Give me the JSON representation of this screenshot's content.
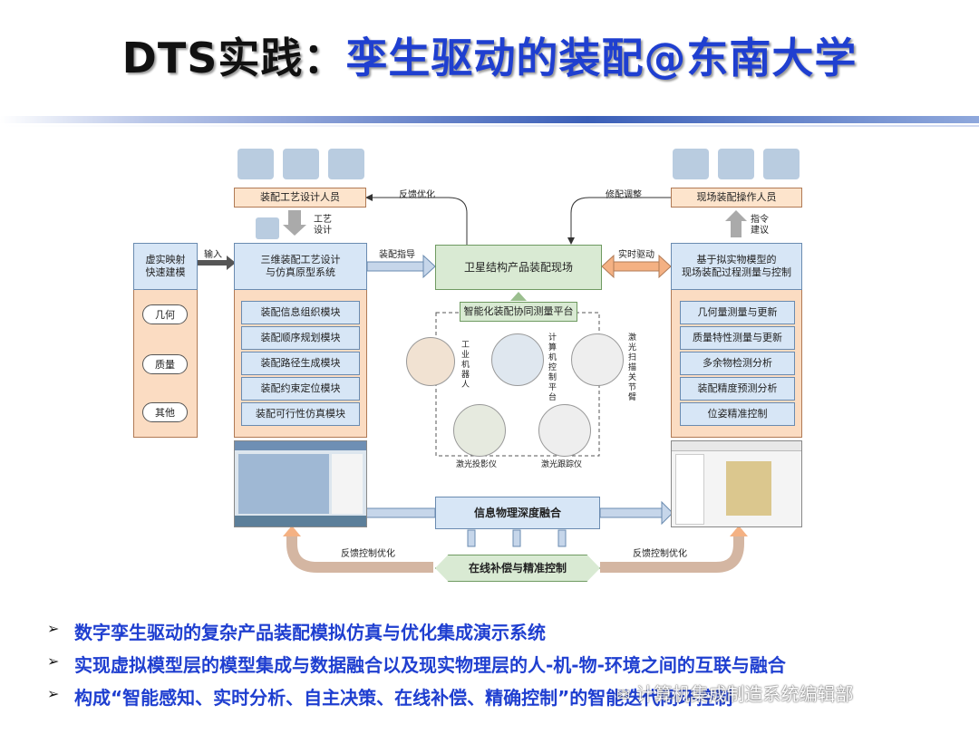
{
  "title": {
    "prefix": "DTS实践：",
    "main": "孪生驱动的装配@东南大学"
  },
  "diagram": {
    "top_left_box": "装配工艺设计人员",
    "top_right_box": "现场装配操作人员",
    "left_side_box": "虚实映射\n快速建模",
    "left_side_items": [
      "几何",
      "质量",
      "其他"
    ],
    "left_main_header": "三维装配工艺设计\n与仿真原型系统",
    "left_modules": [
      "装配信息组织模块",
      "装配顺序规划模块",
      "装配路径生成模块",
      "装配约束定位模块",
      "装配可行性仿真模块"
    ],
    "center_box": "卫星结构产品装配现场",
    "center_platform": "智能化装配协同测量平台",
    "right_main_header": "基于拟实物模型的\n现场装配过程测量与控制",
    "right_modules": [
      "几何量测量与更新",
      "质量特性测量与更新",
      "多余物检测分析",
      "装配精度预测分析",
      "位姿精准控制"
    ],
    "fusion_box": "信息物理深度融合",
    "online_box": "在线补偿与精准控制",
    "labels": {
      "feedback_opt": "反馈优化",
      "fit_adjust": "修配调整",
      "craft_design": "工艺\n设计",
      "instruction_suggest": "指令\n建议",
      "input": "输入",
      "assembly_guide": "装配指导",
      "realtime_drive": "实时驱动",
      "feedback_control_left": "反馈控制优化",
      "feedback_control_right": "反馈控制优化",
      "robot": "工业机器人",
      "computer": "计算机控制平台",
      "laser_tracker_arm": "激光扫描关节臂",
      "laser_projector": "激光投影仪",
      "laser_tracker": "激光跟踪仪"
    }
  },
  "bullets": [
    "数字孪生驱动的复杂产品装配模拟仿真与优化集成演示系统",
    "实现虚拟模型层的模型集成与数据融合以及现实物理层的人-机-物-环境之间的互联与融合",
    "构成“智能感知、实时分析、自主决策、在线补偿、精确控制”的智能迭代闭环控制"
  ],
  "watermark": "计算机集成制造系统编辑部",
  "colors": {
    "title_blue": "#1f3fd0",
    "peach": "#fde4cc",
    "blue_box": "#d7e6f6",
    "green_box": "#d9ead3",
    "arrow_fill": "#f4b183"
  }
}
